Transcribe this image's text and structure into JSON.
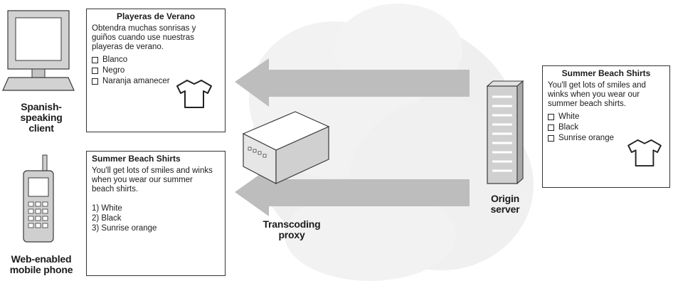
{
  "nodes": {
    "spanish_client": "Spanish-\nspeaking\nclient",
    "mobile_phone": "Web-enabled\nmobile phone",
    "proxy": "Transcoding\nproxy",
    "origin": "Origin\nserver"
  },
  "spanish_page": {
    "title": "Playeras de Verano",
    "body": "Obtendra muchas sonrisas y guiños cuando use nuestras playeras de verano.",
    "options": [
      "Blanco",
      "Negro",
      "Naranja amanecer"
    ]
  },
  "mobile_page": {
    "title": "Summer Beach Shirts",
    "body": "You'll get lots of smiles and winks when you wear our summer beach shirts.",
    "options": [
      "1) White",
      "2) Black",
      "3) Sunrise orange"
    ]
  },
  "origin_page": {
    "title": "Summer Beach Shirts",
    "body": "You'll get lots of smiles and winks when you wear our summer beach shirts.",
    "options": [
      "White",
      "Black",
      "Sunrise orange"
    ]
  },
  "colors": {
    "arrow": "#bdbdbd",
    "cloud": "#efefef",
    "device_fill": "#cfcfcf",
    "device_stroke": "#3a3a3a"
  }
}
